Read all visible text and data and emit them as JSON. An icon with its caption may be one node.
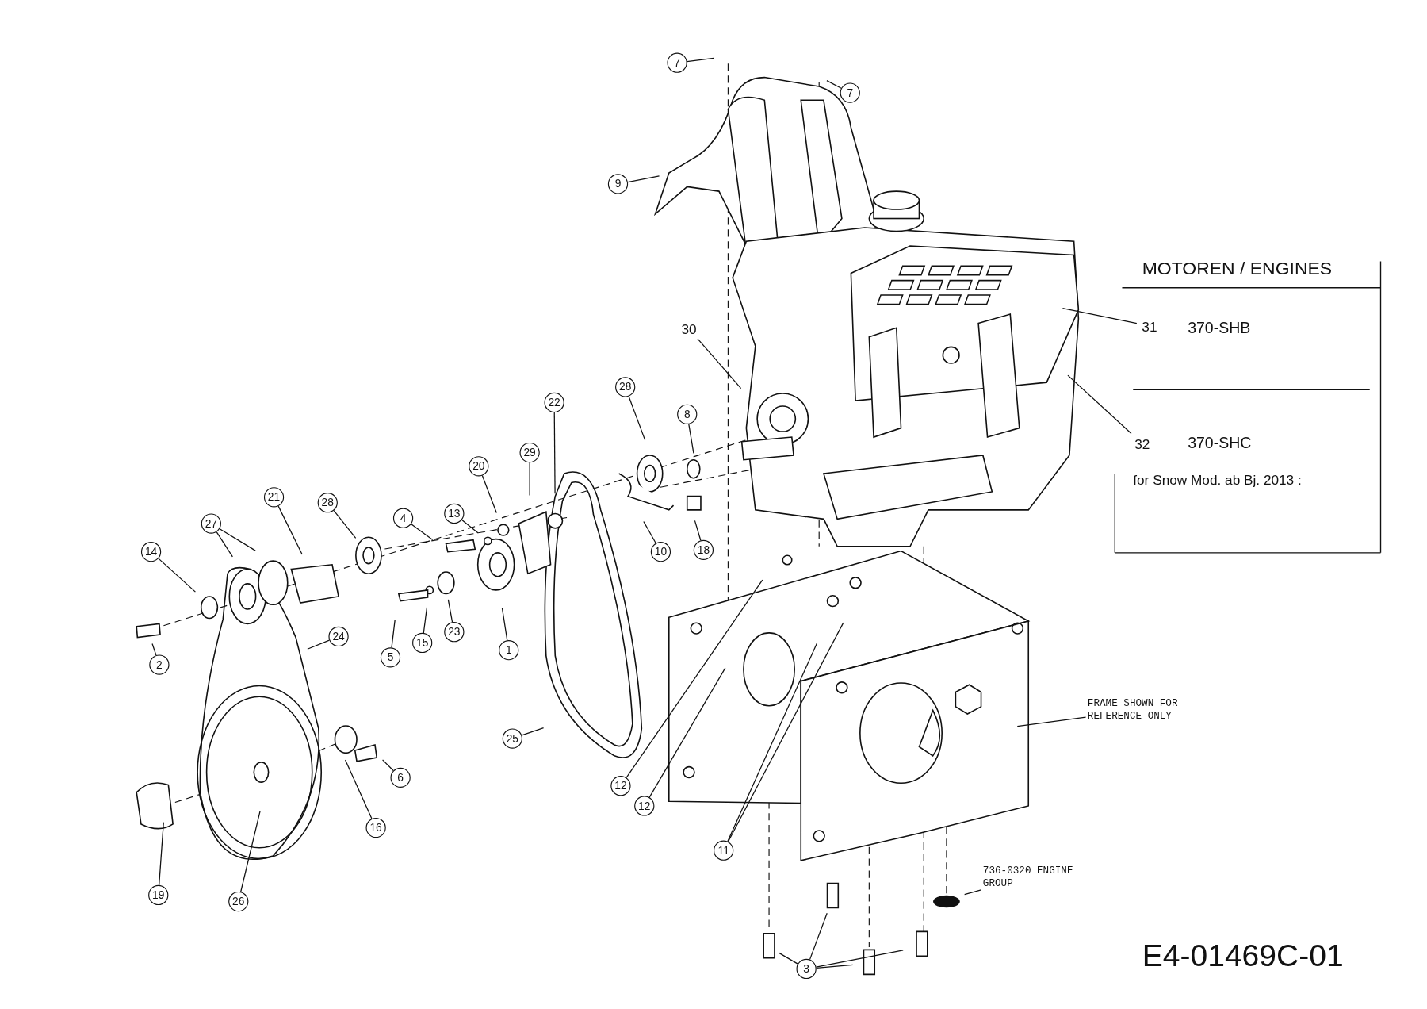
{
  "diagram": {
    "nodes": [
      {
        "text": [
          "7"
        ]
      },
      {
        "text": [
          "7"
        ]
      },
      {
        "text": [
          "9"
        ]
      },
      {
        "text": [
          "30"
        ]
      },
      {
        "text": [
          "31"
        ]
      },
      {
        "text": [
          "28"
        ]
      },
      {
        "text": [
          "8"
        ]
      },
      {
        "text": [
          "22"
        ]
      },
      {
        "text": [
          "32"
        ]
      },
      {
        "text": [
          "20"
        ]
      },
      {
        "text": [
          "29"
        ]
      },
      {
        "text": [
          "21"
        ]
      },
      {
        "text": [
          "28"
        ]
      },
      {
        "text": [
          "4"
        ]
      },
      {
        "text": [
          "13"
        ]
      },
      {
        "text": [
          "27"
        ]
      },
      {
        "text": [
          "14"
        ]
      },
      {
        "text": [
          "10"
        ]
      },
      {
        "text": [
          "18"
        ]
      },
      {
        "text": [
          "1"
        ]
      },
      {
        "text": [
          "23"
        ]
      },
      {
        "text": [
          "24"
        ]
      },
      {
        "text": [
          "15"
        ]
      },
      {
        "text": [
          "5"
        ]
      },
      {
        "text": [
          "2"
        ]
      },
      {
        "text": [
          "FRAME SHOWN FOR REFERENCE ONLY"
        ]
      },
      {
        "text": [
          "25"
        ]
      },
      {
        "text": [
          "6"
        ]
      },
      {
        "text": [
          "12"
        ]
      },
      {
        "text": [
          "12"
        ]
      },
      {
        "text": [
          "16"
        ]
      },
      {
        "text": [
          "11"
        ]
      },
      {
        "text": [
          "736-0320 ENGINE GROUP"
        ]
      },
      {
        "text": [
          "19"
        ]
      },
      {
        "text": [
          "26"
        ]
      },
      {
        "text": [
          "3"
        ]
      }
    ],
    "edges": [
      {
        "from": 0,
        "to": null,
        "arrow": "none"
      },
      {
        "from": 1,
        "to": null,
        "arrow": "none"
      },
      {
        "from": 2,
        "to": null,
        "arrow": "none"
      },
      {
        "from": 3,
        "to": null,
        "arrow": "none"
      },
      {
        "from": 4,
        "to": null,
        "arrow": "none"
      },
      {
        "from": 5,
        "to": null,
        "arrow": "none"
      },
      {
        "from": 6,
        "to": null,
        "arrow": "none"
      },
      {
        "from": 7,
        "to": null,
        "arrow": "none"
      },
      {
        "from": 8,
        "to": null,
        "arrow": "none"
      },
      {
        "from": 9,
        "to": null,
        "arrow": "none"
      },
      {
        "from": 10,
        "to": null,
        "arrow": "none"
      },
      {
        "from": 11,
        "to": null,
        "arrow": "none"
      },
      {
        "from": 12,
        "to": null,
        "arrow": "none"
      },
      {
        "from": 13,
        "to": null,
        "arrow": "none"
      },
      {
        "from": 14,
        "to": null,
        "arrow": "none"
      },
      {
        "from": 15,
        "to": null,
        "arrow": "none"
      },
      {
        "from": 15,
        "to": null,
        "arrow": "none"
      },
      {
        "from": 16,
        "to": null,
        "arrow": "none"
      },
      {
        "from": 17,
        "to": null,
        "arrow": "none"
      },
      {
        "from": 18,
        "to": null,
        "arrow": "none"
      },
      {
        "from": 19,
        "to": null,
        "arrow": "none"
      },
      {
        "from": 20,
        "to": null,
        "arrow": "none"
      },
      {
        "from": 21,
        "to": null,
        "arrow": "none"
      },
      {
        "from": 22,
        "to": null,
        "arrow": "none"
      },
      {
        "from": 23,
        "to": null,
        "arrow": "none"
      },
      {
        "from": 24,
        "to": null,
        "arrow": "none"
      },
      {
        "from": 25,
        "to": null,
        "arrow": "none"
      },
      {
        "from": 26,
        "to": null,
        "arrow": "none"
      },
      {
        "from": 27,
        "to": null,
        "arrow": "none"
      },
      {
        "from": 28,
        "to": null,
        "arrow": "none"
      },
      {
        "from": 29,
        "to": null,
        "arrow": "none"
      },
      {
        "from": 30,
        "to": null,
        "arrow": "none"
      },
      {
        "from": 31,
        "to": null,
        "arrow": "none"
      },
      {
        "from": 31,
        "to": null,
        "arrow": "none"
      },
      {
        "from": 32,
        "to": null,
        "arrow": "none"
      },
      {
        "from": 33,
        "to": null,
        "arrow": "none"
      },
      {
        "from": 34,
        "to": null,
        "arrow": "none"
      },
      {
        "from": 35,
        "to": null,
        "arrow": "none"
      },
      {
        "from": 35,
        "to": null,
        "arrow": "none"
      },
      {
        "from": 35,
        "to": null,
        "arrow": "none"
      },
      {
        "from": 35,
        "to": null,
        "arrow": "none"
      }
    ],
    "labels": [
      "MOTOREN / ENGINES",
      "370-SHB",
      "370-SHC",
      "for Snow Mod. ab Bj. 2013 :",
      "E4-01469C-01"
    ]
  }
}
